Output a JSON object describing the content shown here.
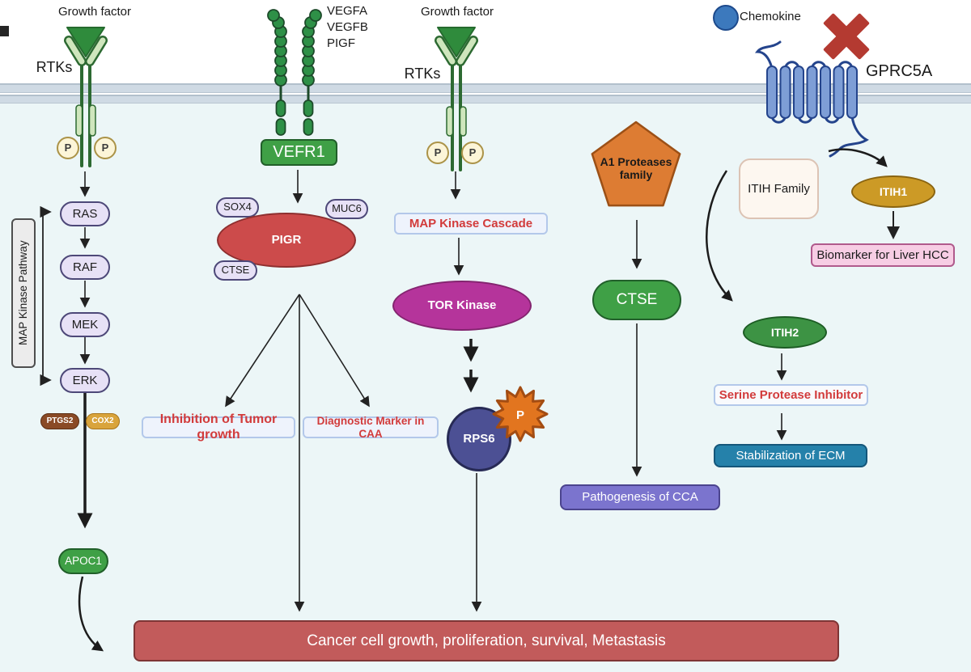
{
  "palette": {
    "membrane": "#cfdae4",
    "cytoplasm": "#ecf6f7",
    "receptor_green_dark": "#2f8b3c",
    "receptor_green_light": "#cfe6bd",
    "node_green": "#3fa046",
    "purple_pill_fill": "#e7e1f6",
    "purple_pill_border": "#4d4878",
    "pigr_red": "#cc4b4b",
    "tor_magenta": "#b5349b",
    "rps6_navy": "#4c5094",
    "phospho_star_orange": "#e2751f",
    "pentagon_orange": "#dd7c33",
    "ptgs2_brown": "#8a4a26",
    "cox2_gold": "#d9a43c",
    "itih1_gold": "#cc9a26",
    "gprc5a_blue": "#7e9ed6",
    "chemokine_blue": "#3c79bd",
    "blocked_x_red": "#b43a31",
    "outcome_text_red": "#d23b3b",
    "pathogenesis_purple": "#7b74ce",
    "biomarker_pink": "#f7cde4",
    "ecm_teal": "#2581aa",
    "footer_red": "#c25b5b"
  },
  "left_rtk": {
    "ligand": "Growth factor",
    "receptor": "RTKs",
    "phospho": "P",
    "pathway_label": "MAP Kinase Pathway",
    "nodes": [
      "RAS",
      "RAF",
      "MEK",
      "ERK"
    ],
    "ptgs2": "PTGS2",
    "cox2": "COX2",
    "apoc1": "APOC1"
  },
  "vegfr": {
    "ligands": [
      "VEGFA",
      "VEGFB",
      "PIGF"
    ],
    "receptor": "VEFR1",
    "pigr": "PIGR",
    "sox4": "SOX4",
    "muc6": "MUC6",
    "ctse": "CTSE",
    "outcome_left": "Inhibition of Tumor growth",
    "outcome_right": "Diagnostic Marker in CAA"
  },
  "mid_rtk": {
    "ligand": "Growth factor",
    "receptor": "RTKs",
    "phospho": "P",
    "cascade_box": "MAP Kinase Cascade",
    "tor": "TOR Kinase",
    "rps6": "RPS6",
    "phospho_star": "P"
  },
  "proteases": {
    "family": "A1 Proteases family",
    "ctse": "CTSE",
    "outcome": "Pathogenesis of CCA"
  },
  "gprc5a": {
    "ligand": "Chemokine",
    "receptor": "GPRC5A",
    "itih_family": "ITIH Family",
    "itih1": "ITIH1",
    "biomarker": "Biomarker for Liver HCC",
    "itih2": "ITIH2",
    "inhibitor": "Serine Protease Inhibitor",
    "ecm": "Stabilization of ECM"
  },
  "footer": "Cancer cell growth, proliferation, survival, Metastasis"
}
